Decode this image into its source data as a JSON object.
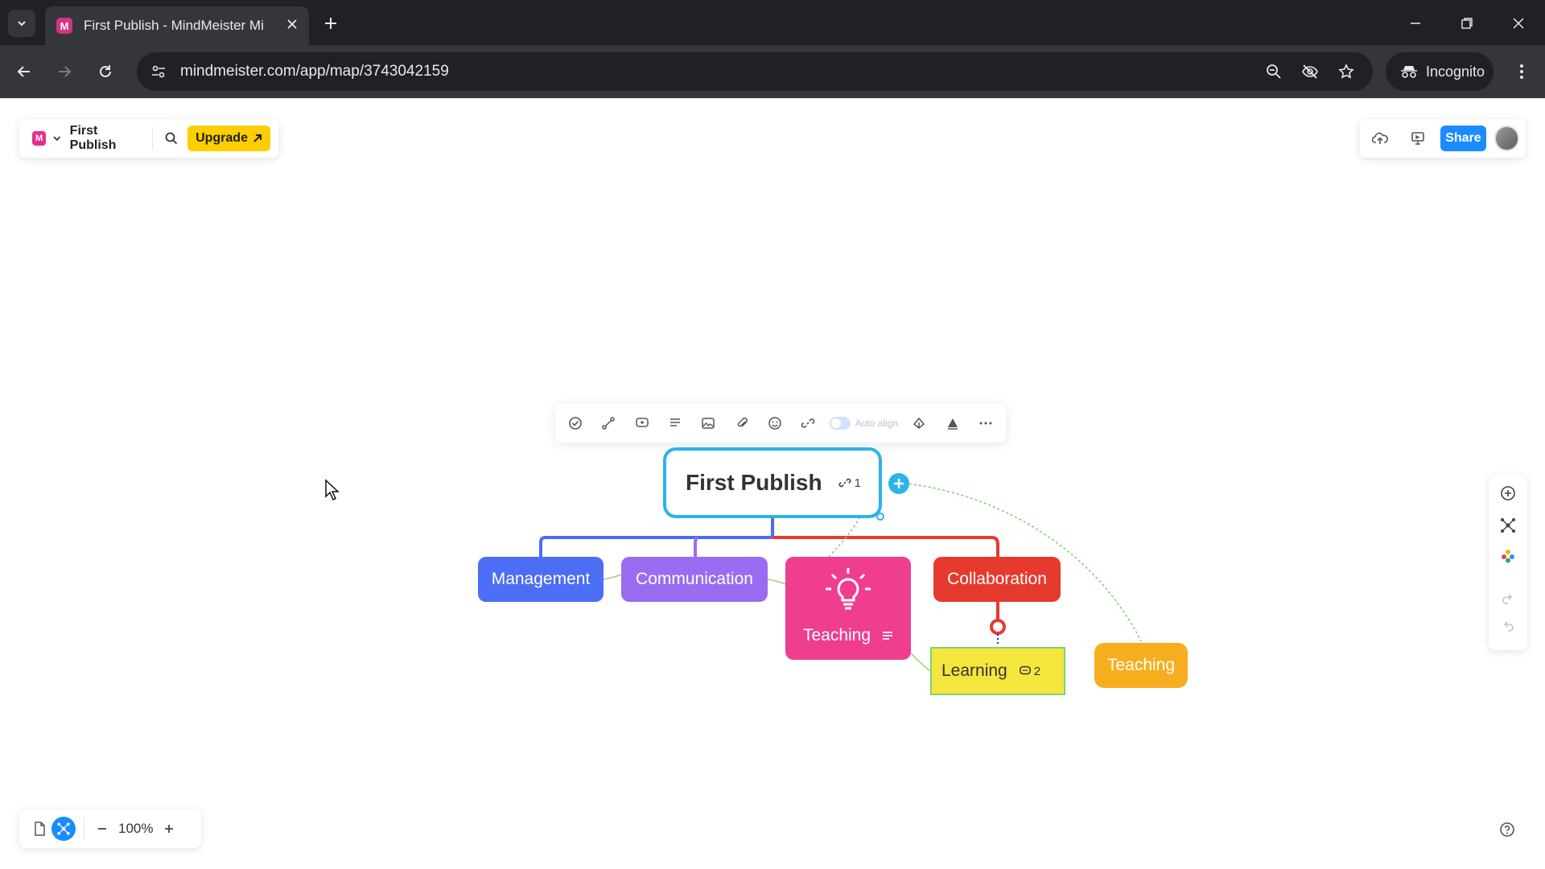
{
  "browser": {
    "tab_title": "First Publish - MindMeister Mi",
    "favicon_letter": "M",
    "url": "mindmeister.com/app/map/3743042159",
    "incognito_label": "Incognito"
  },
  "app": {
    "brand_letter": "M",
    "map_title": "First Publish",
    "upgrade_label": "Upgrade",
    "share_label": "Share",
    "zoom": "100%",
    "auto_align_label": "Auto align"
  },
  "mindmap": {
    "root": {
      "label": "First Publish",
      "link_count": "1"
    },
    "nodes": {
      "management": "Management",
      "communication": "Communication",
      "teaching_main": "Teaching",
      "collaboration": "Collaboration",
      "learning": "Learning",
      "learning_comments": "2",
      "teaching_float": "Teaching"
    }
  },
  "colors": {
    "root_border": "#2bb3ea",
    "management": "#4b6ef5",
    "communication": "#9a6cf2",
    "teaching_main": "#ef3e8d",
    "collaboration": "#e63a2e",
    "learning": "#f5e63d",
    "teaching_float": "#f6ae1e",
    "upgrade": "#ffce00",
    "share": "#1a8cff"
  }
}
